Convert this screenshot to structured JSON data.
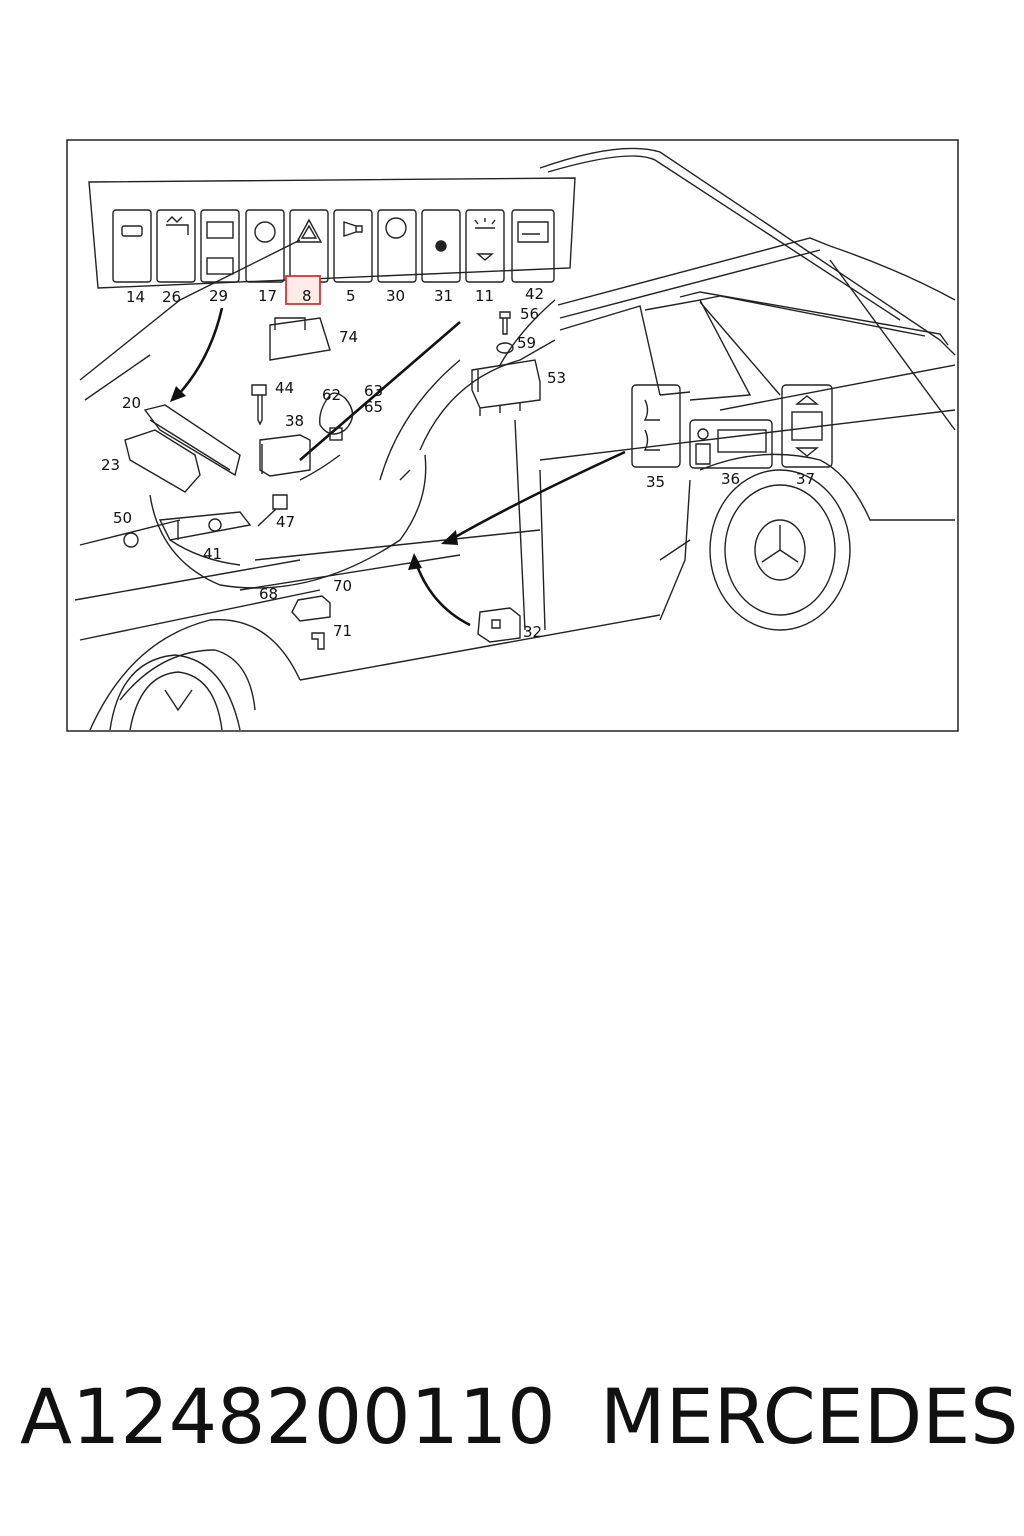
{
  "callouts": {
    "c14": "14",
    "c26": "26",
    "c29": "29",
    "c17": "17",
    "c8": "8",
    "c5": "5",
    "c30": "30",
    "c31": "31",
    "c11": "11",
    "c42": "42",
    "c56": "56",
    "c59": "59",
    "c53": "53",
    "c74": "74",
    "c44": "44",
    "c62": "62",
    "c63": "63",
    "c65": "65",
    "c38": "38",
    "c20": "20",
    "c23": "23",
    "c50": "50",
    "c47": "47",
    "c41": "41",
    "c68": "68",
    "c70": "70",
    "c71": "71",
    "c32": "32",
    "c35": "35",
    "c36": "36",
    "c37": "37"
  },
  "highlight": {
    "callout": "8",
    "color": "#e03030"
  },
  "footer": {
    "part_number": "A1248200110",
    "brand": "MERCEDES"
  }
}
